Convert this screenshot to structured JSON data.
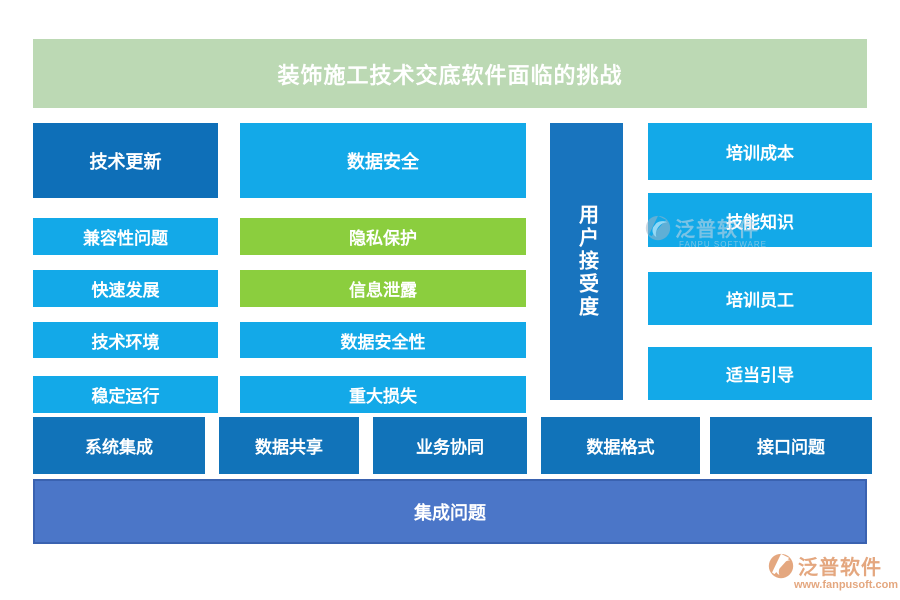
{
  "title": "装饰施工技术交底软件面临的挑战",
  "colors": {
    "title_bg": "#BCD9B4",
    "dark_blue": "#0E6FB8",
    "light_blue": "#13A9E8",
    "green": "#8BCE3E",
    "vbar_blue": "#1874BE",
    "bottom_blue": "#1173B9",
    "banner_bg": "#4B76C8",
    "banner_border": "#3A62B0",
    "watermark": "#E4A77F"
  },
  "left_column": {
    "header": "技术更新",
    "items": [
      "兼容性问题",
      "快速发展",
      "技术环境",
      "稳定运行"
    ]
  },
  "middle_column": {
    "header": "数据安全",
    "items": [
      "隐私保护",
      "信息泄露",
      "数据安全性",
      "重大损失"
    ]
  },
  "vertical_bar": {
    "label": "用户接受度"
  },
  "right_column": {
    "items": [
      "培训成本",
      "技能知识",
      "培训员工",
      "适当引导"
    ]
  },
  "bottom_row": {
    "items": [
      "系统集成",
      "数据共享",
      "业务协同",
      "数据格式",
      "接口问题"
    ]
  },
  "banner": {
    "label": "集成问题"
  },
  "watermark": {
    "name": "泛普软件",
    "subtitle": "FANPU SOFTWARE",
    "url": "www.fanpusoft.com"
  }
}
